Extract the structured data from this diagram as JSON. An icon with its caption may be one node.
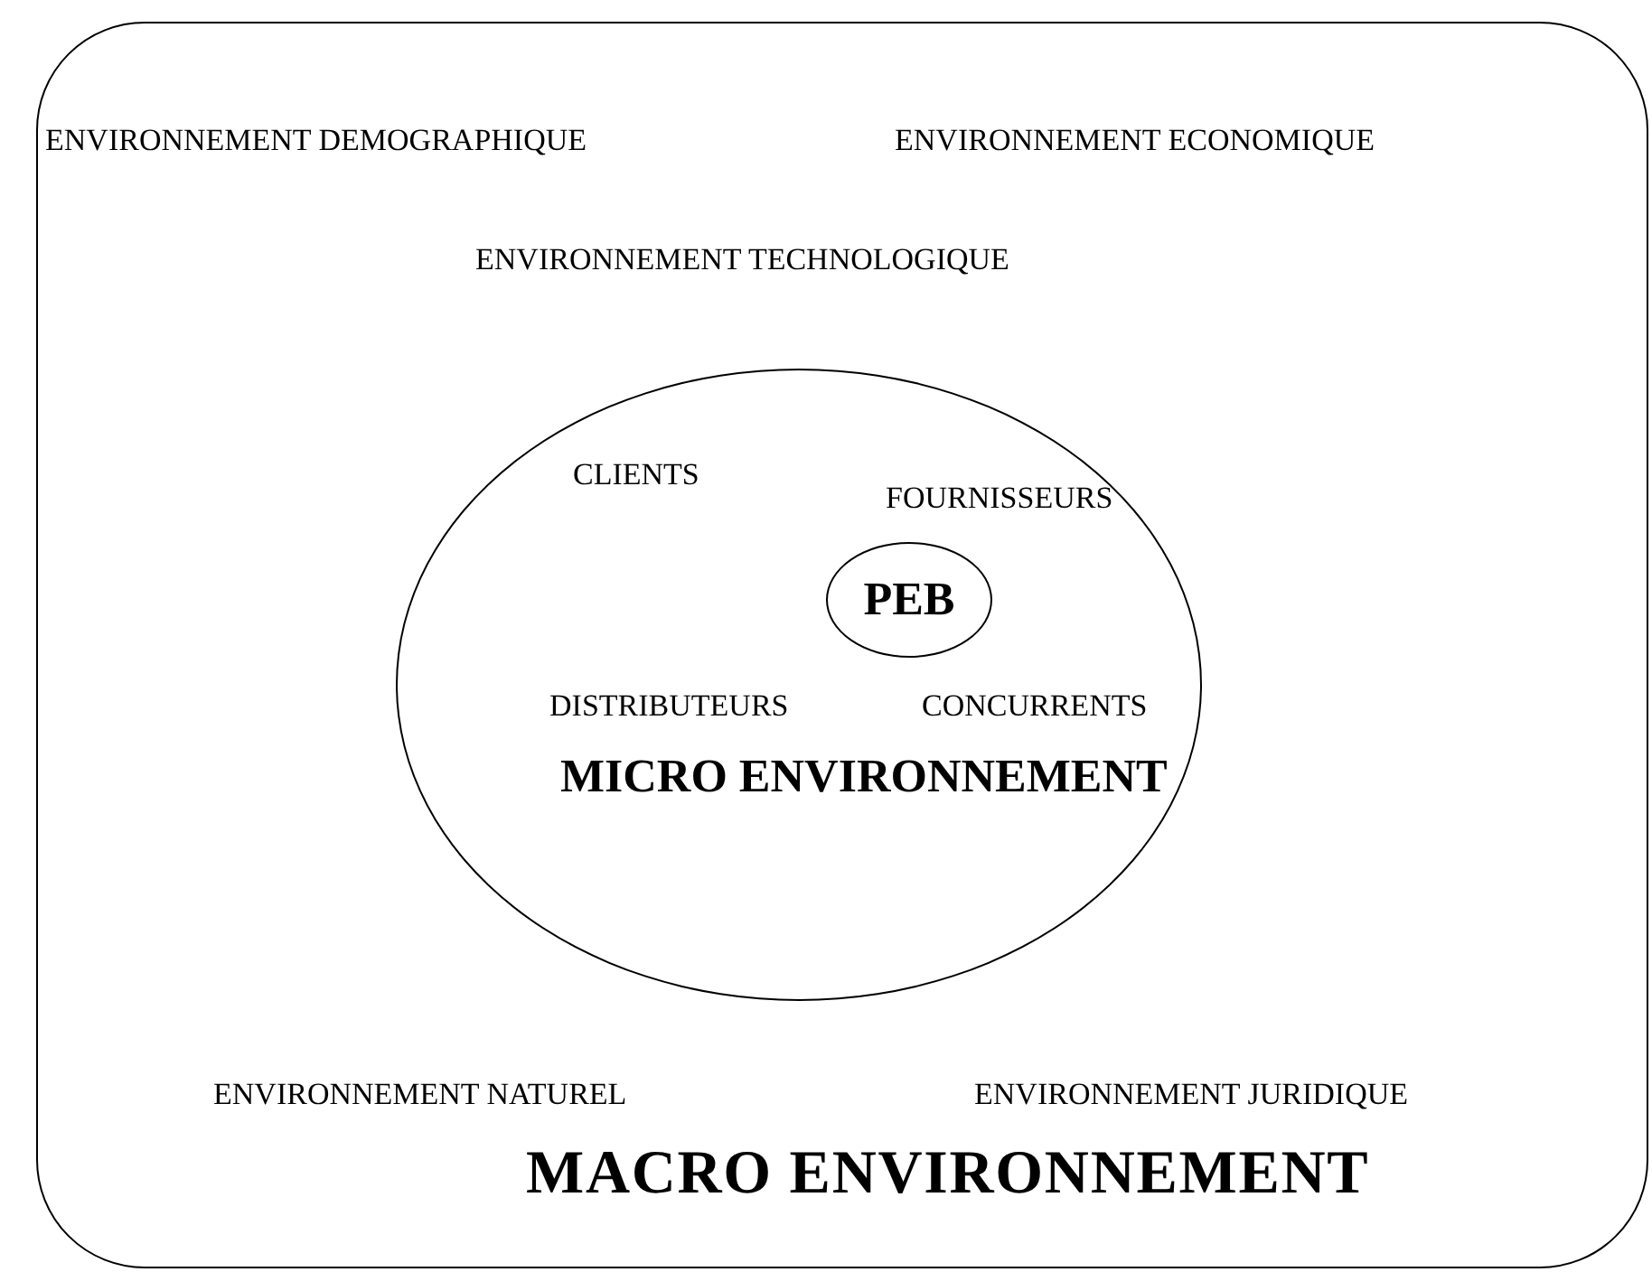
{
  "diagram": {
    "nodes": [
      {
        "text": [
          "ENVIRONNEMENT DEMOGRAPHIQUE",
          "ENVIRONNEMENT ECONOMIQUE",
          "ENVIRONNEMENT TECHNOLOGIQUE",
          "ENVIRONNEMENT NATUREL",
          "ENVIRONNEMENT JURIDIQUE",
          "MACRO ENVIRONNEMENT"
        ]
      },
      {
        "text": [
          "CLIENTS",
          "FOURNISSEURS",
          "DISTRIBUTEURS",
          "CONCURRENTS",
          "MICRO ENVIRONNEMENT"
        ],
        "in": 0
      },
      {
        "text": [
          "PEB"
        ],
        "in": 1
      }
    ]
  }
}
